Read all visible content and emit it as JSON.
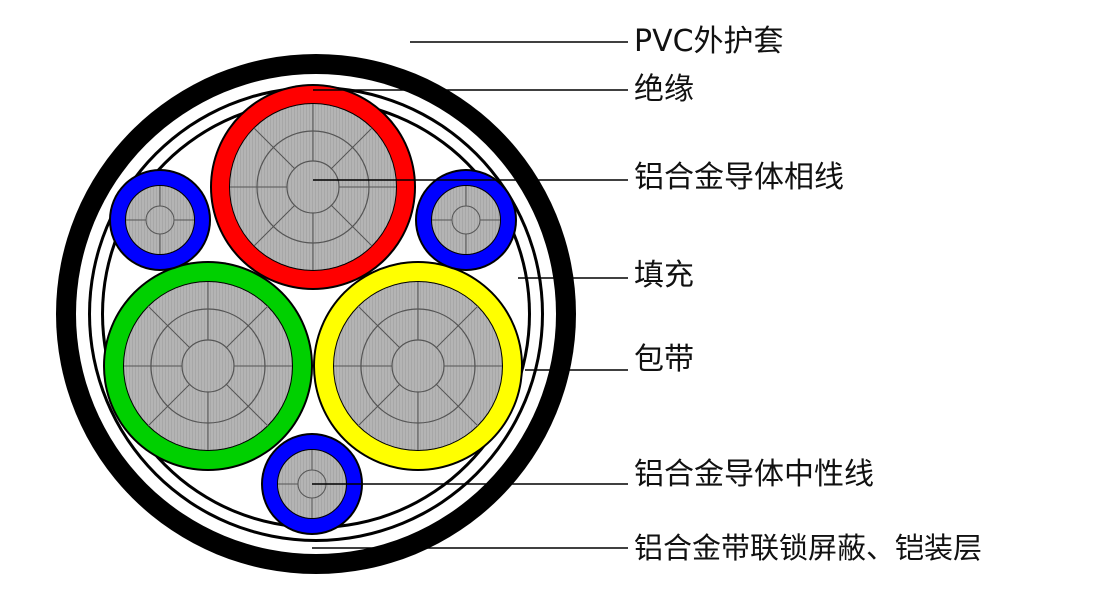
{
  "labels": {
    "sheath": "PVC外护套",
    "insulation": "绝缘",
    "phase_conductor": "铝合金导体相线",
    "filler": "填充",
    "wrapping_tape": "包带",
    "neutral_conductor": "铝合金导体中性线",
    "armor": "铝合金带联锁屏蔽、铠装层"
  },
  "colors": {
    "sheath": "#000000",
    "conductor": "#b4b4b4",
    "phase_1": "#ff0000",
    "phase_2": "#00d000",
    "phase_3": "#ffff00",
    "neutral": "#0000ff",
    "background": "#ffffff"
  }
}
